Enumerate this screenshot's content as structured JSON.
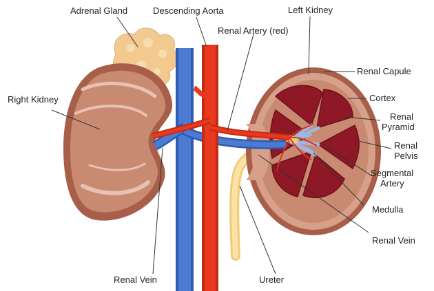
{
  "labels": {
    "adrenal_gland": "Adrenal Gland",
    "descending_aorta": "Descending Aorta",
    "left_kidney": "Left Kidney",
    "renal_artery": "Renal Artery (red)",
    "renal_capsule": "Renal Capule",
    "cortex": "Cortex",
    "renal_pyramid_1": "Renal",
    "renal_pyramid_2": "Pyramid",
    "renal_pelvis_1": "Renal",
    "renal_pelvis_2": "Pelvis",
    "segmental_artery_1": "Segmental",
    "segmental_artery_2": "Artery",
    "medulla": "Medulla",
    "renal_vein_right": "Renal Vein",
    "right_kidney": "Right Kidney",
    "renal_vein_left": "Renal Vein",
    "ureter": "Ureter"
  },
  "colors": {
    "kidney": "#c98a72",
    "kidney_dark": "#a85f4a",
    "kidney_light": "#e7c2b2",
    "adrenal": "#f2c98e",
    "aorta": "#e8391f",
    "vein": "#3f6fc6",
    "pyramid": "#8e1826",
    "ureter": "#f8d98a",
    "line": "#333333"
  }
}
